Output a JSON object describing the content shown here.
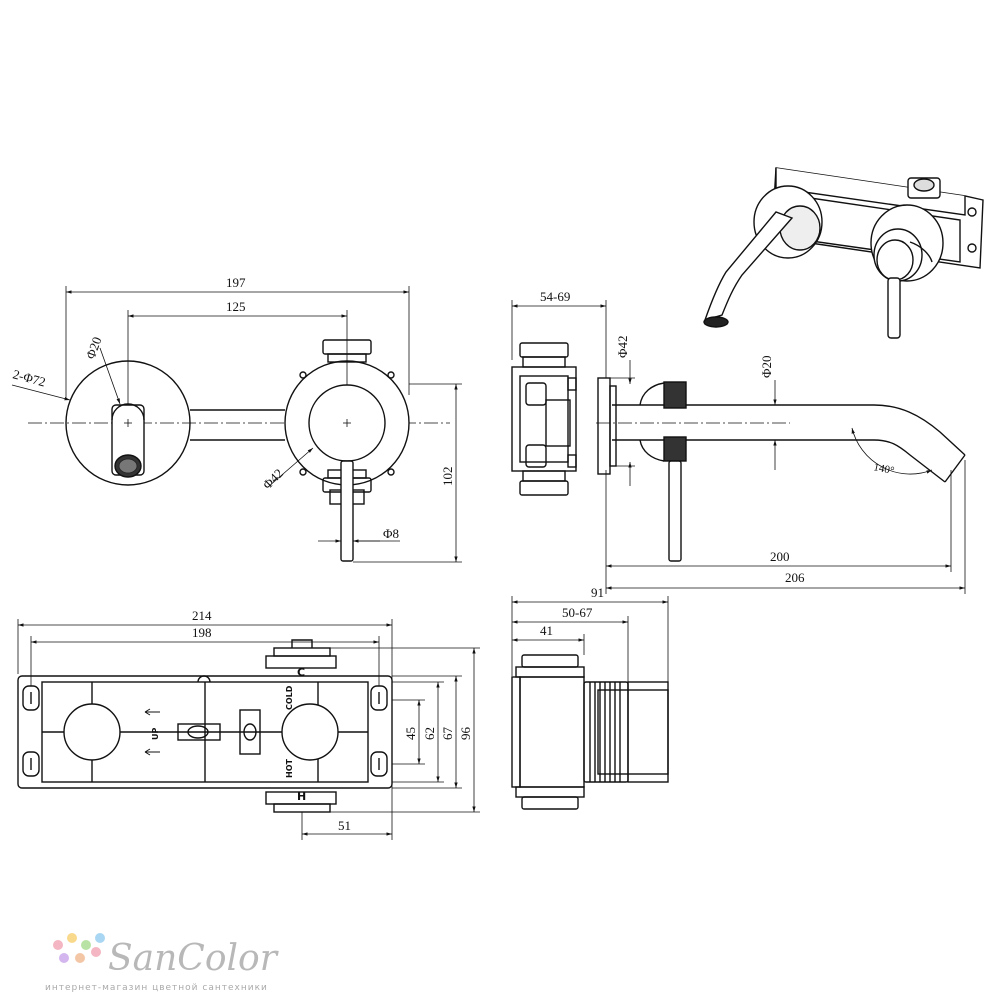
{
  "front_view": {
    "dim_total_width": "197",
    "dim_centers": "125",
    "dim_spout_dia": "Φ20",
    "dim_rosette": "2-Φ72",
    "dim_handle_rosette": "Φ42",
    "dim_lever": "Φ8",
    "dim_height": "102"
  },
  "side_view": {
    "dim_depth_range": "54-69",
    "dim_rosette_dia": "Φ42",
    "dim_spout_dia": "Φ20",
    "dim_angle": "140°",
    "dim_spout_length": "200",
    "dim_total_length": "206"
  },
  "box_front": {
    "dim_total_width": "214",
    "dim_inner_width": "198",
    "dim_height_45": "45",
    "dim_height_62": "62",
    "dim_height_67": "67",
    "dim_height_96": "96",
    "dim_offset": "51",
    "label_cold": "COLD",
    "label_hot": "HOT",
    "label_up": "UP",
    "label_c": "C",
    "label_h": "H"
  },
  "box_side": {
    "dim_total": "91",
    "dim_range": "50-67",
    "dim_box": "41"
  },
  "brand": {
    "name": "SanColor",
    "tagline": "интернет-магазин цветной сантехники",
    "dot_colors": [
      "#f4b6c2",
      "#f9d98c",
      "#b9e3a5",
      "#a9d6f2",
      "#d4b6ee",
      "#f3c6a6"
    ]
  }
}
